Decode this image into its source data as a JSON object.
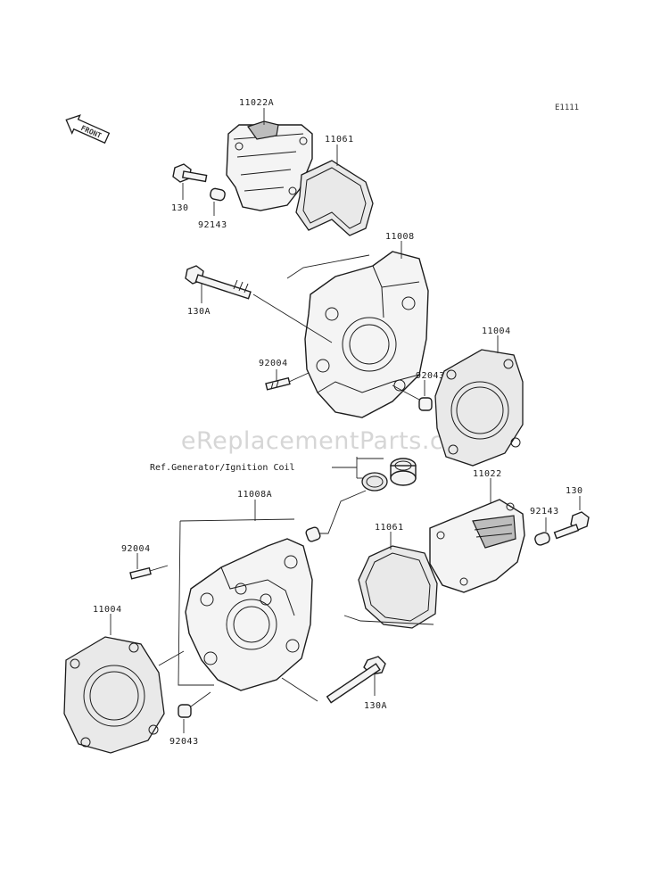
{
  "diagram": {
    "code": "E1111",
    "front_label": "FRONT",
    "watermark": "eReplacementParts.com",
    "ref_note": "Ref.Generator/Ignition Coil",
    "labels": {
      "p11022A": "11022A",
      "p11061_top": "11061",
      "p130_top": "130",
      "p92143_top": "92143",
      "p11008": "11008",
      "p130A_top": "130A",
      "p11004_right": "11004",
      "p92004_top": "92004",
      "p92043_top": "92043",
      "p11008A": "11008A",
      "p11022": "11022",
      "p130_right": "130",
      "p92143_right": "92143",
      "p92004_left": "92004",
      "p11061_mid": "11061",
      "p11004_left": "11004",
      "p130A_bottom": "130A",
      "p92043_bottom": "92043"
    }
  }
}
